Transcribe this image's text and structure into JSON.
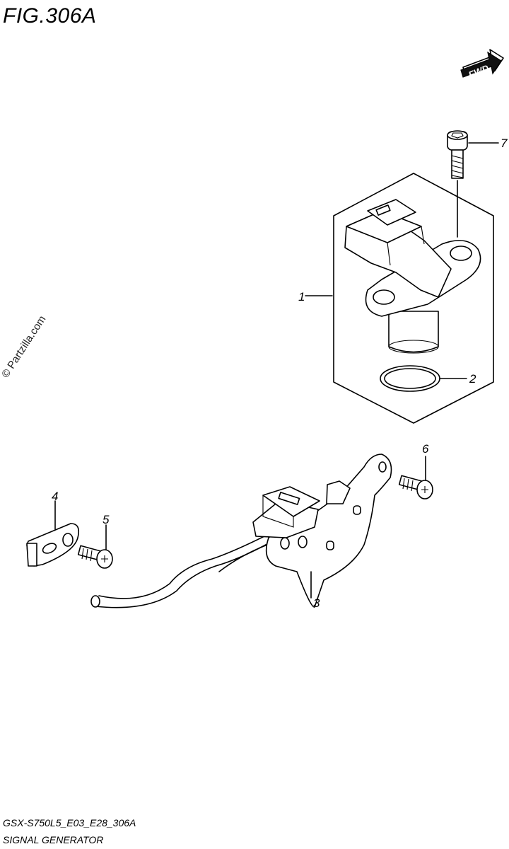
{
  "figure": {
    "title": "FIG.306A",
    "code": "GSX-S750L5_E03_E28_306A",
    "name": "SIGNAL GENERATOR"
  },
  "direction_badge": {
    "label": "FWD"
  },
  "watermark": "© Partzilla.com",
  "callouts": [
    "1",
    "2",
    "3",
    "4",
    "5",
    "6",
    "7"
  ]
}
